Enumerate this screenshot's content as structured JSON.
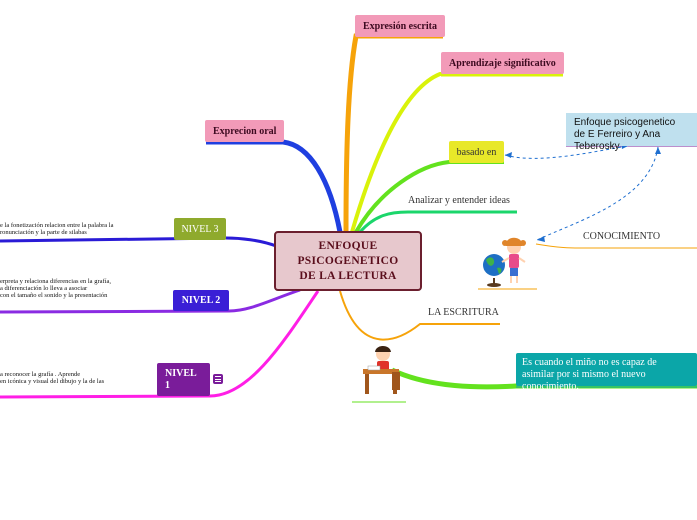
{
  "central": {
    "lines": [
      "ENFOQUE",
      "PSICOGENETICO",
      "DE LA LECTURA"
    ]
  },
  "nodes": {
    "expresion_escrita": "Expresión escrita",
    "aprendizaje": "Aprendizaje significativo",
    "expresion_oral": "Exprecion oral",
    "basado_en": "basado en",
    "analizar": "Analizar y entender ideas",
    "enfoque_autoras": "Enfoque psicogenetico de E Ferreiro y Ana Teberosky",
    "conocimiento": "CONOCIMIENTO",
    "la_escritura": "LA ESCRITURA",
    "es_cuando": "Es cuando el miño no es capaz de asimilar por si mismo el nuevo conocimiento.",
    "nivel3": "NIVEL 3",
    "nivel2": "NIVEL  2",
    "nivel1": "NIVEL 1"
  },
  "notes": {
    "nivel3": [
      "e la fonetización  relacion entre la palabra la",
      "ronunciación y la parte de silabas"
    ],
    "nivel2": [
      "erpreta y relaciona diferencias en la grafía,",
      "a diferenciación lo lleva a asociar",
      "con el tamaño el sonido y la presentación"
    ],
    "nivel1": [
      "a reconocer la grafía . Aprende",
      "en icónica y visual del dibujo y la de las"
    ]
  },
  "colors": {
    "central_fill": "#e7c8cd",
    "central_border": "#6b1f2e",
    "pink": "#f29ab8",
    "orange": "#f6a30a",
    "yellow_green": "#d9f20a",
    "green": "#63e21e",
    "blue": "#1f3fe0",
    "purple": "#8a2be2",
    "magenta": "#ff1ee6",
    "teal": "#0ba6a8",
    "light_blue": "#bfe0ee"
  },
  "icons": [
    "girl-with-globe-icon",
    "child-writing-at-desk-icon",
    "notes-icon"
  ]
}
